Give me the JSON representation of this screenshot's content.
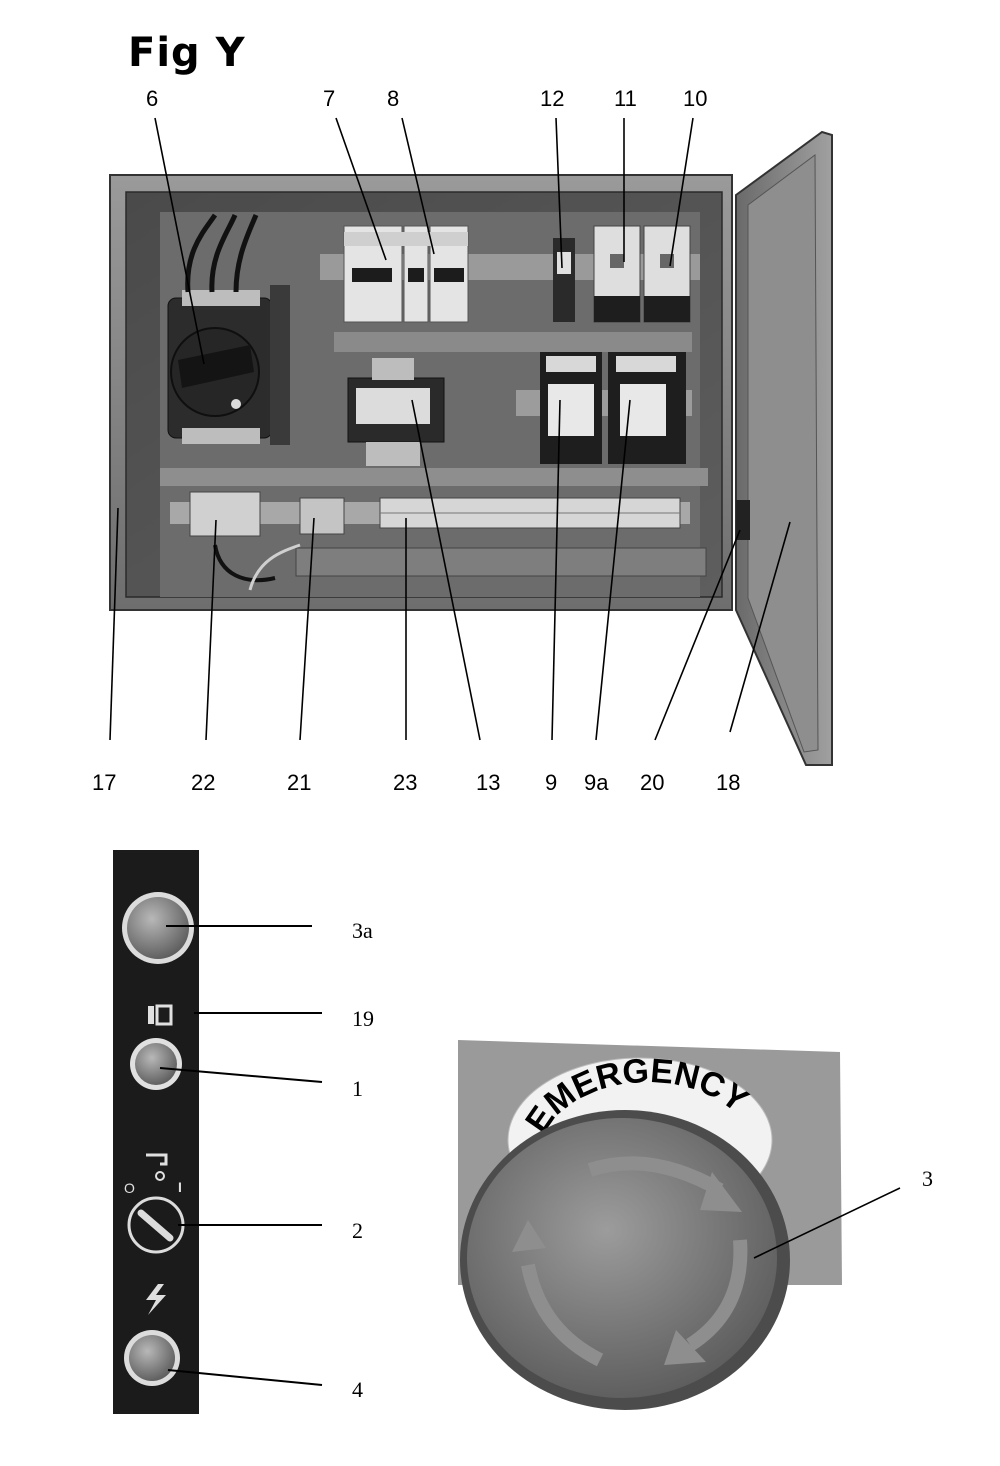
{
  "figure": {
    "title": "Fig Y"
  },
  "top_labels": {
    "l6": "6",
    "l7": "7",
    "l8": "8",
    "l12": "12",
    "l11": "11",
    "l10": "10"
  },
  "bottom_labels": {
    "l17": "17",
    "l22": "22",
    "l21": "21",
    "l23": "23",
    "l13": "13",
    "l9": "9",
    "l9a": "9a",
    "l20": "20",
    "l18": "18"
  },
  "panel_labels": {
    "l3a": "3a",
    "l19": "19",
    "l1": "1",
    "l2": "2",
    "l4": "4"
  },
  "estop": {
    "label_text": "EMERGENCY",
    "callout": "3"
  },
  "switch_marks": {
    "off": "O",
    "on": "I"
  },
  "colors": {
    "ink": "#000000",
    "cabinet": "#8c8c8c",
    "panel": "#1e1e1e",
    "button": "#7a7a7a"
  }
}
